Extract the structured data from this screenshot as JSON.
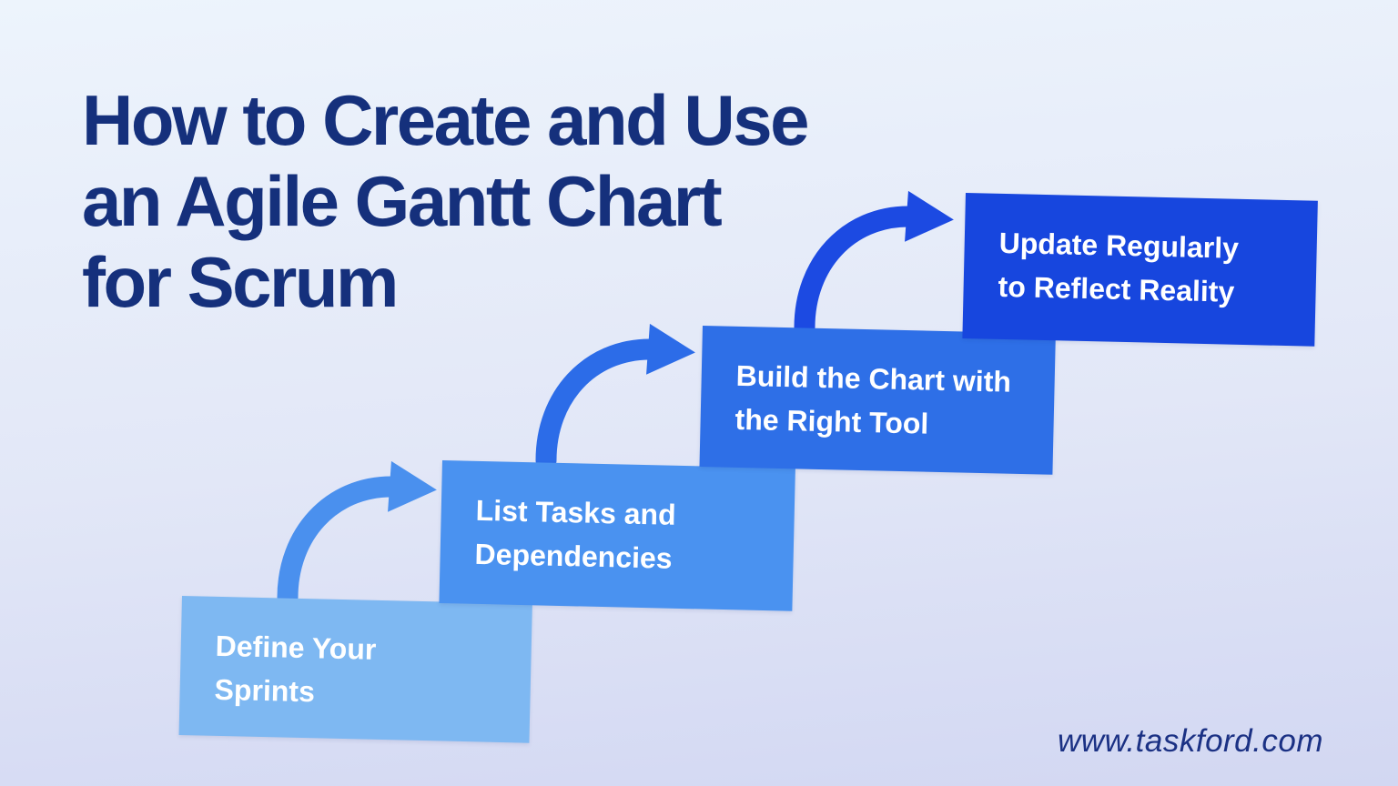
{
  "header": {
    "title_lines": [
      "How to Create and Use",
      "an Agile Gantt Chart",
      "for Scrum"
    ],
    "title_color": "#15307c"
  },
  "steps": [
    {
      "label": "Define Your Sprints",
      "lines": [
        "Define Your",
        "Sprints"
      ],
      "color": "#7eb8f2",
      "text_color": "#ffffff"
    },
    {
      "label": "List Tasks and Dependencies",
      "lines": [
        "List Tasks and",
        "Dependencies"
      ],
      "color": "#4a92f0",
      "text_color": "#ffffff"
    },
    {
      "label": "Build the Chart with the Right Tool",
      "lines": [
        "Build the Chart with",
        "the Right Tool"
      ],
      "color": "#2e6fe7",
      "text_color": "#ffffff"
    },
    {
      "label": "Update Regularly to Reflect Reality",
      "lines": [
        "Update Regularly",
        "to Reflect Reality"
      ],
      "color": "#1746de",
      "text_color": "#ffffff"
    }
  ],
  "arrows": [
    {
      "name": "arrow-1",
      "color": "#4a90ee"
    },
    {
      "name": "arrow-2",
      "color": "#2c6ce8"
    },
    {
      "name": "arrow-3",
      "color": "#1c4ae2"
    }
  ],
  "footer": {
    "website": "www.taskford.com",
    "website_color": "#1b3184"
  },
  "background": {
    "top": "#edf4fc",
    "bottom": "#d2d7f2"
  }
}
